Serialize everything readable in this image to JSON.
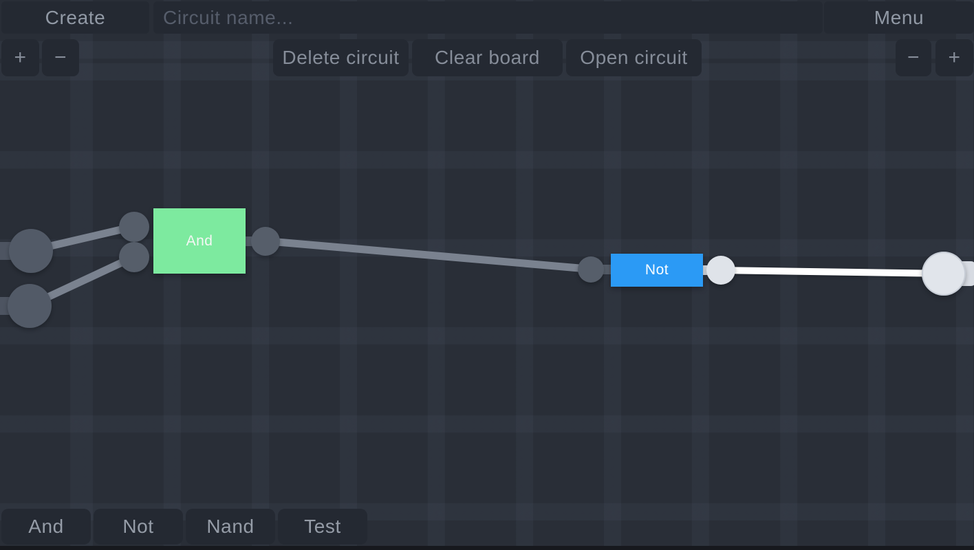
{
  "header": {
    "create_label": "Create",
    "circuit_name_placeholder": "Circuit name...",
    "circuit_name_value": "",
    "menu_label": "Menu"
  },
  "toolbar": {
    "delete_circuit_label": "Delete circuit",
    "clear_board_label": "Clear board",
    "open_circuit_label": "Open circuit",
    "zoom_in_label": "+",
    "zoom_out_label": "−"
  },
  "board": {
    "gates": [
      {
        "name": "and",
        "label": "And",
        "color": "#7dea9f",
        "text_color": "#f4f7f4"
      },
      {
        "name": "not",
        "label": "Not",
        "color": "#2b9af5",
        "text_color": "#fafdff"
      }
    ],
    "colors": {
      "wire_off": "#7a828f",
      "wire_on": "#ffffff",
      "terminal_off": "#565e6a",
      "terminal_on": "#dfe3e9",
      "input_node_off": "#525a67",
      "output_node_on": "#e1e5eb",
      "stub_off": "#4d5461",
      "stub_on": "#d7dbe2"
    }
  },
  "toolbox": {
    "items": [
      {
        "label": "And"
      },
      {
        "label": "Not"
      },
      {
        "label": "Nand"
      },
      {
        "label": "Test"
      }
    ]
  }
}
